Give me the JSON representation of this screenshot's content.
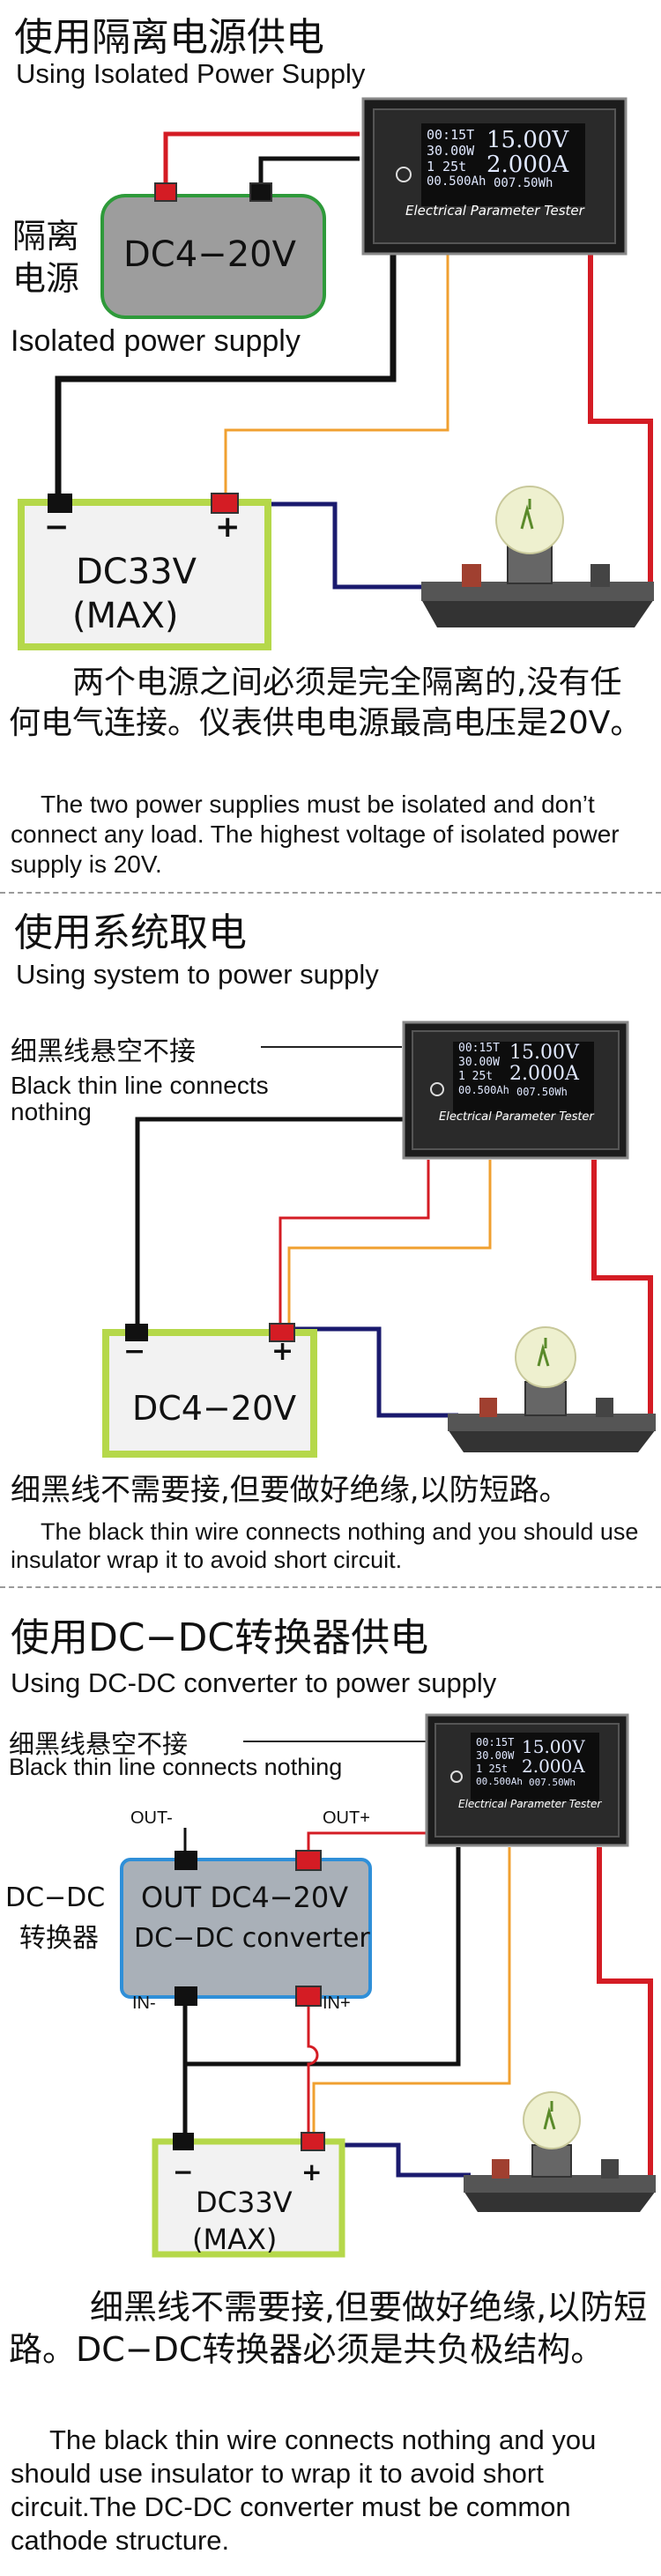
{
  "sections": [
    {
      "title_cn": "使用隔离电源供电",
      "title_en": "Using Isolated Power Supply",
      "isolated_label_cn": "隔离\n电源",
      "source_label": "DC4−20V",
      "isolated_label_en": "Isolated power supply",
      "battery_label": "DC33V",
      "battery_sub": "(MAX)",
      "para_cn": "两个电源之间必须是完全隔离的,没有任何电气连接。仪表供电电源最高电压是20V。",
      "para_en": "The two power supplies must be isolated and don’t connect any load. The highest voltage of isolated power supply is 20V."
    },
    {
      "title_cn": "使用系统取电",
      "title_en": "Using system to power supply",
      "note_cn": "细黑线悬空不接",
      "note_en1": "Black thin line connects",
      "note_en2": "nothing",
      "battery_label": "DC4−20V",
      "para_cn": "细黑线不需要接,但要做好绝缘,以防短路。",
      "para_en": "The black thin wire connects nothing and you should use insulator wrap it to avoid short circuit."
    },
    {
      "title_cn": "使用DC−DC转换器供电",
      "title_en": "Using DC-DC converter to power supply",
      "note_cn": "细黑线悬空不接",
      "note_en": "Black thin line connects nothing",
      "converter_side_cn1": "DC−DC",
      "converter_side_cn2": "转换器",
      "out_minus": "OUT-",
      "out_plus": "OUT+",
      "in_minus": "IN-",
      "in_plus": "IN+",
      "converter_line1": "OUT DC4−20V",
      "converter_line2": "DC−DC converter",
      "battery_label": "DC33V",
      "battery_sub": "(MAX)",
      "para_cn": "细黑线不需要接,但要做好绝缘,以防短路。DC−DC转换器必须是共负极结构。",
      "para_en": "The black thin wire connects nothing and you should use insulator to wrap it to avoid short circuit.The DC-DC converter must be common cathode structure."
    }
  ],
  "meter": {
    "time": "00:15T",
    "power": "30.00W",
    "temp_row": "1  25t",
    "capacity": "00.500Ah",
    "voltage": "15.00V",
    "current": "2.000A",
    "energy": "007.50Wh",
    "caption": "Electrical Parameter Tester"
  },
  "terminal_minus": "−",
  "terminal_plus": "+",
  "colors": {
    "red_wire": "#d41c24",
    "black_wire": "#111111",
    "orange_wire": "#f0a030",
    "navy_wire": "#1a1a6e",
    "battery_border": "#b5d84a",
    "source_fill": "#9d9d9d",
    "source_border": "#2e9a3a",
    "converter_fill": "#a9b0b8",
    "converter_border": "#2f8fd8"
  }
}
